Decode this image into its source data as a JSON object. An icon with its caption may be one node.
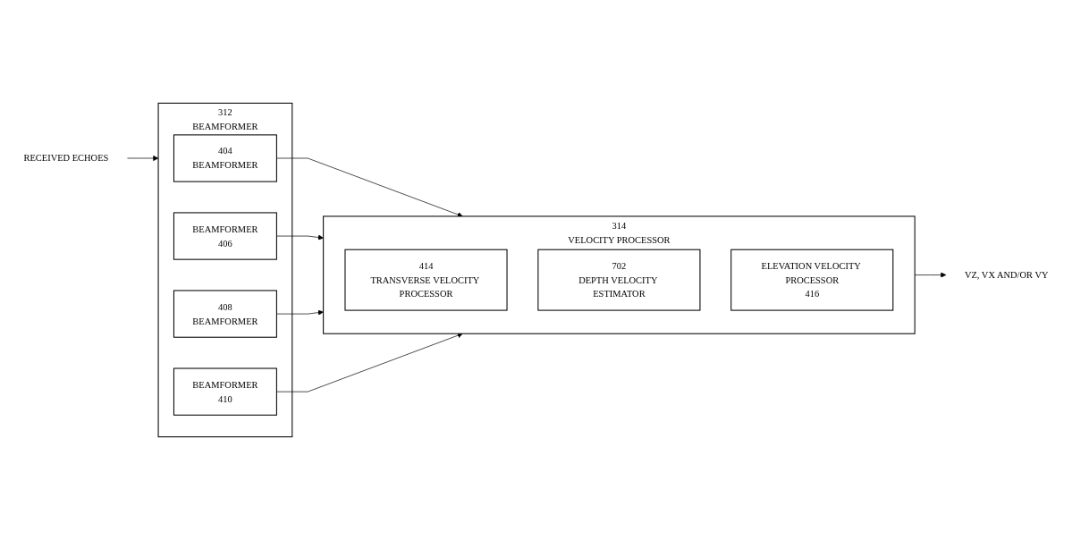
{
  "diagram": {
    "nodes": [
      {
        "text": [
          "RECEIVED ECHOES"
        ]
      },
      {
        "text": [
          "312",
          "BEAMFORMER"
        ]
      },
      {
        "text": [
          "404",
          "BEAMFORMER"
        ],
        "in": 1
      },
      {
        "text": [
          "BEAMFORMER",
          "406"
        ],
        "in": 1
      },
      {
        "text": [
          "408",
          "BEAMFORMER"
        ],
        "in": 1
      },
      {
        "text": [
          "BEAMFORMER",
          "410"
        ],
        "in": 1
      },
      {
        "text": [
          "314",
          "VELOCITY PROCESSOR"
        ]
      },
      {
        "text": [
          "414",
          "TRANSVERSE VELOCITY PROCESSOR"
        ],
        "in": 6
      },
      {
        "text": [
          "702",
          "DEPTH VELOCITY ESTIMATOR"
        ],
        "in": 6
      },
      {
        "text": [
          "ELEVATION VELOCITY PROCESSOR",
          "416"
        ],
        "in": 6
      },
      {
        "text": [
          "VZ, VX AND/OR VY"
        ]
      }
    ],
    "edges": [
      {
        "from": 0,
        "to": 1,
        "arrow": "to"
      },
      {
        "from": 2,
        "to": 6,
        "arrow": "to"
      },
      {
        "from": 3,
        "to": 6,
        "arrow": "to"
      },
      {
        "from": 4,
        "to": 6,
        "arrow": "to"
      },
      {
        "from": 5,
        "to": 6,
        "arrow": "to"
      },
      {
        "from": 6,
        "to": 10,
        "arrow": "to"
      }
    ]
  }
}
